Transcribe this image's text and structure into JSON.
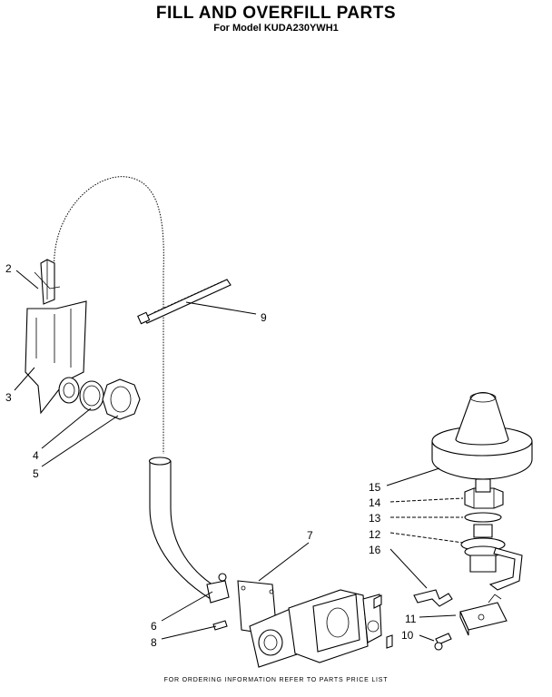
{
  "header": {
    "title": "FILL AND OVERFILL PARTS",
    "subtitle": "For Model KUDA230YWH1"
  },
  "footer": {
    "note": "FOR ORDERING INFORMATION REFER TO PARTS PRICE LIST"
  },
  "callouts": [
    "2",
    "3",
    "4",
    "5",
    "9",
    "7",
    "6",
    "8",
    "15",
    "14",
    "13",
    "12",
    "16",
    "11",
    "10"
  ]
}
